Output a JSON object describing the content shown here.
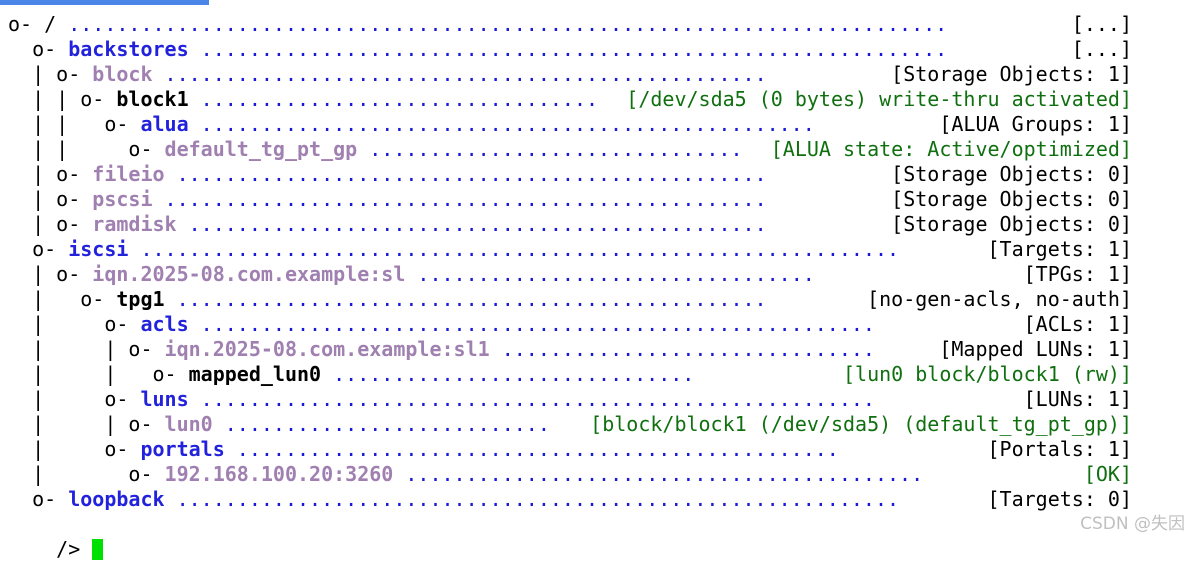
{
  "terminal": {
    "lines": [
      {
        "prefix": "o- ",
        "name": "/",
        "name_color": "black",
        "dots": " .........................................................................",
        "status": " [...]",
        "status_color": "black",
        "indent": ""
      },
      {
        "prefix": "  o- ",
        "name": "backstores",
        "name_color": "blue",
        "dots": " ..............................................................",
        "status": " [...]",
        "status_color": "black",
        "indent": ""
      },
      {
        "prefix": "  | o- ",
        "name": "block",
        "name_color": "purple",
        "dots": " ..................................................",
        "status": " [Storage Objects: 1]",
        "status_color": "black",
        "indent": ""
      },
      {
        "prefix": "  | | o- ",
        "name": "block1",
        "name_color": "black",
        "dots": " ..........................................",
        "status": " [/dev/sda5 (0 bytes) write-thru activated]",
        "status_color": "green",
        "indent": ""
      },
      {
        "prefix": "  | |   o- ",
        "name": "alua",
        "name_color": "blue",
        "dots": " ...................................................",
        "status": " [ALUA Groups: 1]",
        "status_color": "black",
        "indent": ""
      },
      {
        "prefix": "  | |     o- ",
        "name": "default_tg_pt_gp",
        "name_color": "purple",
        "dots": " .......................................",
        "status": " [ALUA state: Active/optimized]",
        "status_color": "green",
        "indent": ""
      },
      {
        "prefix": "  | o- ",
        "name": "fileio",
        "name_color": "purple",
        "dots": " .................................................",
        "status": " [Storage Objects: 0]",
        "status_color": "black",
        "indent": ""
      },
      {
        "prefix": "  | o- ",
        "name": "pscsi",
        "name_color": "purple",
        "dots": " ..................................................",
        "status": " [Storage Objects: 0]",
        "status_color": "black",
        "indent": ""
      },
      {
        "prefix": "  | o- ",
        "name": "ramdisk",
        "name_color": "purple",
        "dots": " ................................................",
        "status": " [Storage Objects: 0]",
        "status_color": "black",
        "indent": ""
      },
      {
        "prefix": "  o- ",
        "name": "iscsi",
        "name_color": "blue",
        "dots": " ...............................................................",
        "status": " [Targets: 1]",
        "status_color": "black",
        "indent": ""
      },
      {
        "prefix": "  | o- ",
        "name": "iqn.2025-08.com.example:sl",
        "name_color": "purple",
        "dots": " .................................",
        "status": " [TPGs: 1]",
        "status_color": "black",
        "indent": ""
      },
      {
        "prefix": "  |   o- ",
        "name": "tpg1",
        "name_color": "black",
        "dots": " .................................................",
        "status": " [no-gen-acls, no-auth]",
        "status_color": "black",
        "indent": ""
      },
      {
        "prefix": "  |     o- ",
        "name": "acls",
        "name_color": "blue",
        "dots": " ........................................................",
        "status": " [ACLs: 1]",
        "status_color": "black",
        "indent": ""
      },
      {
        "prefix": "  |     | o- ",
        "name": "iqn.2025-08.com.example:sl1",
        "name_color": "purple",
        "dots": " ...............................",
        "status": " [Mapped LUNs: 1]",
        "status_color": "black",
        "indent": ""
      },
      {
        "prefix": "  |     |   o- ",
        "name": "mapped_lun0",
        "name_color": "black",
        "dots": " ..............................",
        "status": " [lun0 block/block1 (rw)]",
        "status_color": "green",
        "indent": ""
      },
      {
        "prefix": "  |     o- ",
        "name": "luns",
        "name_color": "blue",
        "dots": " ........................................................",
        "status": " [LUNs: 1]",
        "status_color": "black",
        "indent": ""
      },
      {
        "prefix": "  |     | o- ",
        "name": "lun0",
        "name_color": "purple",
        "dots": " ...........................",
        "status": " [block/block1 (/dev/sda5) (default_tg_pt_gp)]",
        "status_color": "green",
        "indent": ""
      },
      {
        "prefix": "  |     o- ",
        "name": "portals",
        "name_color": "blue",
        "dots": " ..................................................",
        "status": " [Portals: 1]",
        "status_color": "black",
        "indent": ""
      },
      {
        "prefix": "  |       o- ",
        "name": "192.168.100.20:3260",
        "name_color": "purple",
        "dots": " ...........................................",
        "status": " [OK]",
        "status_color": "green",
        "indent": ""
      },
      {
        "prefix": "  o- ",
        "name": "loopback",
        "name_color": "blue",
        "dots": " ............................................................",
        "status": " [Targets: 0]",
        "status_color": "black",
        "indent": ""
      }
    ],
    "prompt": "/> "
  },
  "watermark": "CSDN @失因",
  "colors": {
    "blue": "#2222dd",
    "purple": "#a080b0",
    "green": "#107010",
    "cursor": "#00e000",
    "tab_accent": "#4a86e8"
  }
}
